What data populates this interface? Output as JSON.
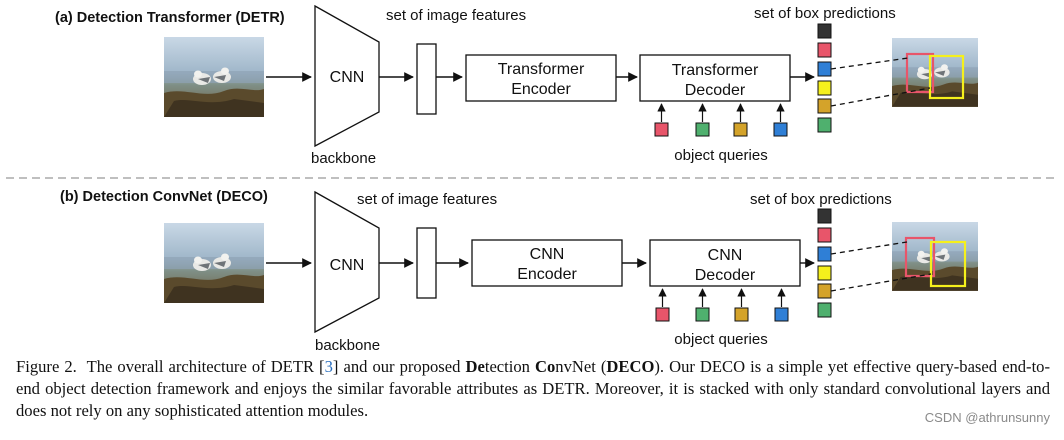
{
  "panel_a": {
    "title": "(a) Detection Transformer (DETR)",
    "cnn_label": "CNN",
    "backbone_label": "backbone",
    "features_label": "set of image features",
    "encoder_line1": "Transformer",
    "encoder_line2": "Encoder",
    "decoder_line1": "Transformer",
    "decoder_line2": "Decoder",
    "queries_label": "object queries",
    "predictions_label": "set of box predictions"
  },
  "panel_b": {
    "title": "(b) Detection ConvNet (DECO)",
    "cnn_label": "CNN",
    "backbone_label": "backbone",
    "features_label": "set of image features",
    "encoder_line1": "CNN",
    "encoder_line2": "Encoder",
    "decoder_line1": "CNN",
    "decoder_line2": "Decoder",
    "queries_label": "object queries",
    "predictions_label": "set of box predictions"
  },
  "colors": {
    "query_colors": [
      "#e8556a",
      "#4fb06e",
      "#d4a32a",
      "#2f7fd6"
    ],
    "prediction_colors": [
      "#333333",
      "#e8556a",
      "#2f7fd6",
      "#f5f01c",
      "#d4a32a",
      "#4fb06e"
    ],
    "detect_box_red": "#e8556a",
    "detect_box_yellow": "#f5f01c"
  },
  "caption": {
    "figure_label": "Figure 2.",
    "text_1": "The overall architecture of DETR [",
    "cite": "3",
    "text_2": "] and our proposed ",
    "bold_de": "De",
    "text_3": "tection ",
    "bold_co": "Co",
    "text_4": "nvNet (",
    "bold_deco": "DECO",
    "text_5": "). Our DECO is a simple yet effective query-based end-to-end object detection framework and enjoys the similar favorable attributes as DETR. Moreover, it is stacked with only standard convolutional layers and does not rely on any sophisticated attention modules."
  },
  "watermark": "CSDN @athrunsunny"
}
